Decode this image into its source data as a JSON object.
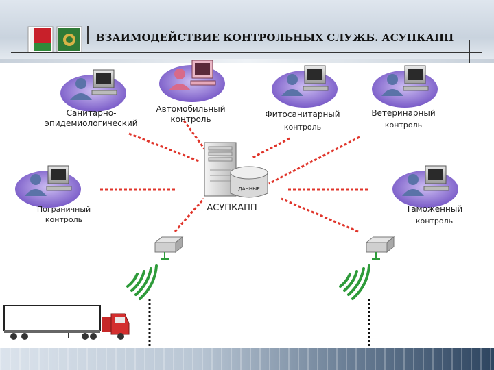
{
  "title": "ВЗАИМОДЕЙСТВИЕ КОНТРОЛЬНЫХ СЛУЖБ. АСУПКАПП",
  "nodes": {
    "sanitary": {
      "line1": "Санитарно-",
      "line2": "эпидемиологический"
    },
    "auto": {
      "line1": "Автомобильный",
      "line2": "контроль"
    },
    "phyto": {
      "line1": "Фитосанитарный",
      "line2": "контроль"
    },
    "vet": {
      "line1": "Ветеринарный",
      "line2": "контроль"
    },
    "border": {
      "line1": "Пограничный",
      "line2": "контроль"
    },
    "customs": {
      "line1": "Таможенный",
      "line2": "контроль"
    }
  },
  "center": {
    "db_label": "ДАННЫЕ",
    "system": "АСУПКАПП"
  },
  "colors": {
    "dashed_link": "#e0352b",
    "wireless": "#2e9b3a",
    "ellipse": "#7a5cc8",
    "person": "#5a73a8"
  },
  "icons": [
    "computer-user-icon",
    "server-icon",
    "database-icon",
    "network-switch-icon",
    "wireless-signal-icon",
    "truck-icon",
    "flag-emblem-icon"
  ]
}
